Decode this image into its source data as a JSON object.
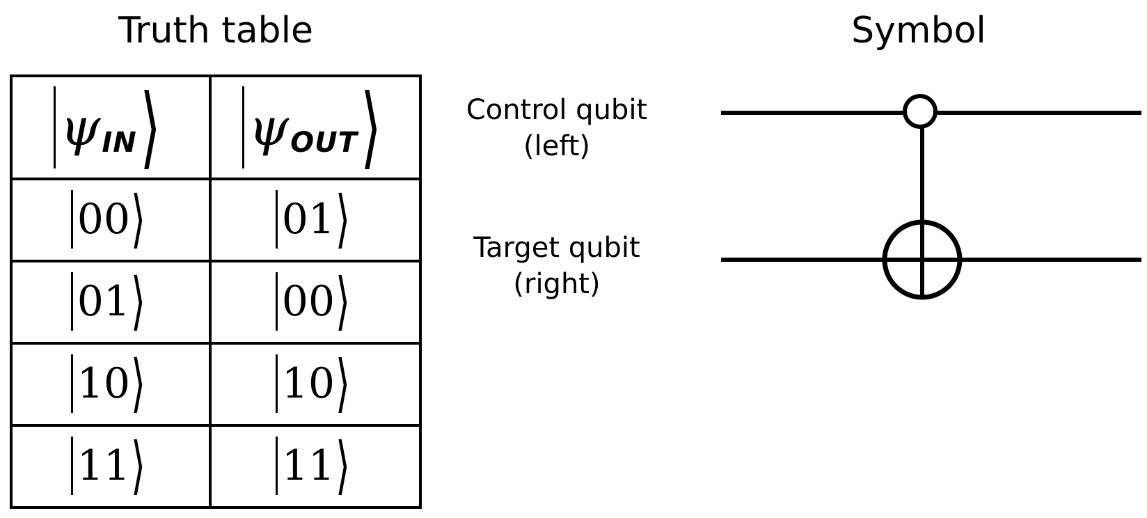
{
  "truth_table": {
    "title": "Truth table",
    "header": {
      "symbol": "ψ",
      "in_sub": "IN",
      "out_sub": "OUT"
    },
    "rows": [
      {
        "in": "00",
        "out": "01"
      },
      {
        "in": "01",
        "out": "00"
      },
      {
        "in": "10",
        "out": "10"
      },
      {
        "in": "11",
        "out": "11"
      }
    ]
  },
  "symbol": {
    "title": "Symbol",
    "control_label": "Control qubit",
    "control_sub": "(left)",
    "target_label": "Target qubit",
    "target_sub": "(right)"
  }
}
